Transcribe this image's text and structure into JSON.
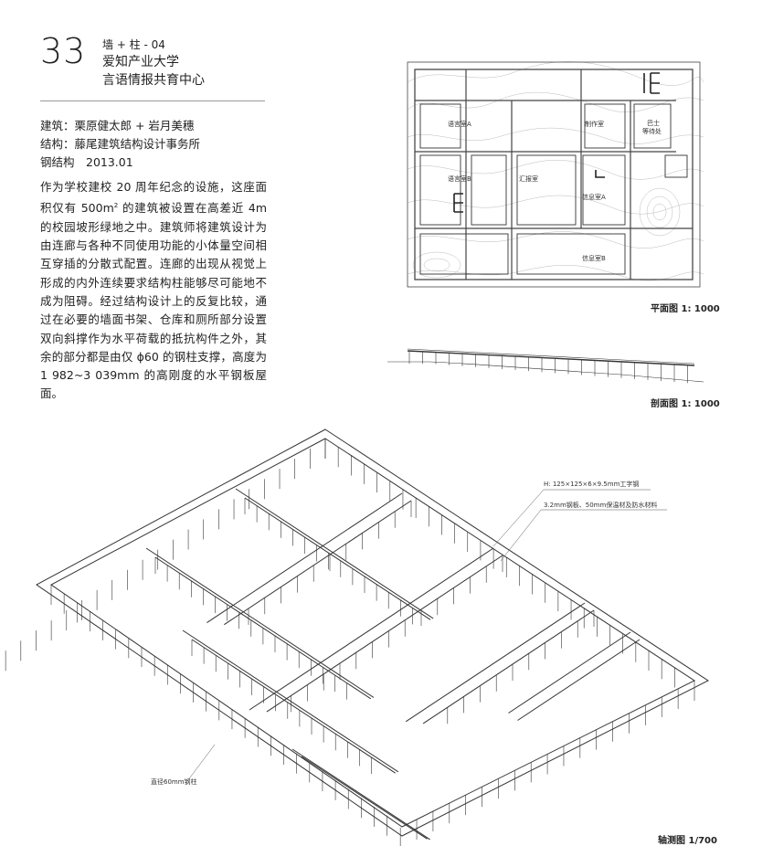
{
  "header": {
    "number": "33",
    "subtitle": "墙 + 柱 - 04",
    "title_line1": "爱知产业大学",
    "title_line2": "言语情报共育中心"
  },
  "credits": {
    "architect": "建筑：栗原健太郎 + 岩月美穗",
    "structure": "结构：藤尾建筑结构设计事务所",
    "type_date": "钢结构　2013.01"
  },
  "body": {
    "p1": "作为学校建校 20 周年纪念的设施，这座面积仅有 500m",
    "sup": "2",
    "p2": " 的建筑被设置在高差近 4m 的校园坡形绿地之中。建筑师将建筑设计为由连廊与各种不同使用功能的小体量空间相互穿插的分散式配置。连廊的出现从视觉上形成的内外连续要求结构柱能够尽可能地不成为阻碍。经过结构设计上的反复比较，通过在必要的墙面书架、仓库和厕所部分设置双向斜撑作为水平荷载的抵抗构件之外，其余的部分都是由仅 ϕ60 的钢柱支撑，高度为 1 982~3 039mm 的高刚度的水平钢板屋面。"
  },
  "plan": {
    "caption": "平面图 1: 1000",
    "rooms": {
      "a": "语言室A",
      "b": "语言室B",
      "studio": "制作室",
      "bus1": "巴士",
      "bus2": "等待处",
      "report": "汇报室",
      "infoA": "信息室A",
      "infoB": "信息室B"
    }
  },
  "section": {
    "caption": "剖面图 1: 1000"
  },
  "axon": {
    "caption": "轴测图 1/700",
    "note_beam": "H: 125×125×6×9.5mm工字钢",
    "note_roof": "3.2mm钢板、50mm保温材及防水材料",
    "note_column": "直径60mm钢柱"
  }
}
